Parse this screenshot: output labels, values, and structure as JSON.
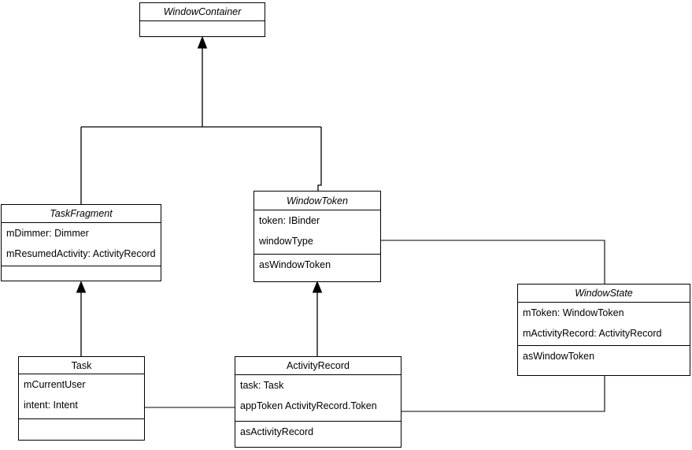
{
  "colors": {
    "stroke": "#000000",
    "fill": "#ffffff",
    "text": "#000000"
  },
  "classes": {
    "window_container": {
      "name": "WindowContainer",
      "stereotype": "abstract",
      "attributes": [],
      "methods": []
    },
    "task_fragment": {
      "name": "TaskFragment",
      "stereotype": "abstract",
      "attributes": [
        "mDimmer: Dimmer",
        "mResumedActivity: ActivityRecord"
      ],
      "methods": []
    },
    "window_token": {
      "name": "WindowToken",
      "stereotype": "abstract",
      "attributes": [
        "token: IBinder",
        "windowType"
      ],
      "methods": [
        "asWindowToken"
      ]
    },
    "window_state": {
      "name": "WindowState",
      "stereotype": "abstract",
      "attributes": [
        "mToken: WindowToken",
        "mActivityRecord: ActivityRecord"
      ],
      "methods": [
        "asWindowToken"
      ]
    },
    "task": {
      "name": "Task",
      "stereotype": "concrete",
      "attributes": [
        "mCurrentUser",
        "intent: Intent"
      ],
      "methods": []
    },
    "activity_record": {
      "name": "ActivityRecord",
      "stereotype": "concrete",
      "attributes": [
        "task: Task",
        "appToken ActivityRecord.Token"
      ],
      "methods": [
        "asActivityRecord"
      ]
    }
  },
  "relationships": [
    {
      "from": "TaskFragment",
      "to": "WindowContainer",
      "type": "generalization"
    },
    {
      "from": "WindowToken",
      "to": "WindowContainer",
      "type": "generalization"
    },
    {
      "from": "Task",
      "to": "TaskFragment",
      "type": "generalization"
    },
    {
      "from": "ActivityRecord",
      "to": "WindowToken",
      "type": "generalization"
    },
    {
      "from": "WindowToken",
      "to": "WindowState",
      "type": "association"
    },
    {
      "from": "WindowState",
      "to": "ActivityRecord",
      "type": "association"
    },
    {
      "from": "Task",
      "to": "ActivityRecord",
      "type": "association"
    }
  ]
}
